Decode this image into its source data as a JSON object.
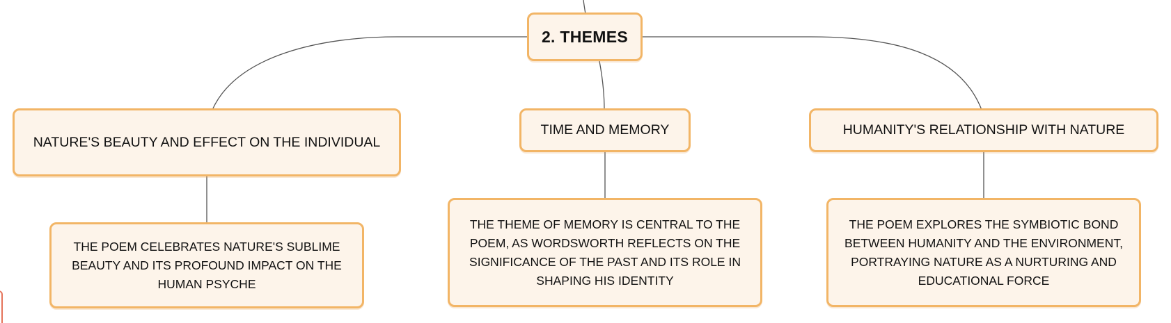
{
  "root": {
    "label": "2. THEMES"
  },
  "themes": [
    {
      "label": "NATURE'S BEAUTY AND EFFECT ON THE INDIVIDUAL",
      "detail": "THE POEM CELEBRATES NATURE'S SUBLIME BEAUTY AND ITS PROFOUND IMPACT ON THE HUMAN PSYCHE"
    },
    {
      "label": "TIME AND MEMORY",
      "detail": "THE THEME OF MEMORY IS CENTRAL TO THE POEM, AS WORDSWORTH REFLECTS ON THE SIGNIFICANCE OF THE PAST AND ITS ROLE IN SHAPING HIS IDENTITY"
    },
    {
      "label": "HUMANITY'S RELATIONSHIP WITH NATURE",
      "detail": "THE POEM EXPLORES THE SYMBIOTIC BOND BETWEEN HUMANITY AND THE ENVIRONMENT, PORTRAYING NATURE AS A NURTURING AND EDUCATIONAL FORCE"
    }
  ],
  "colors": {
    "node_fill": "#fdf4ea",
    "node_border": "#f2b566",
    "connector": "#555555"
  }
}
